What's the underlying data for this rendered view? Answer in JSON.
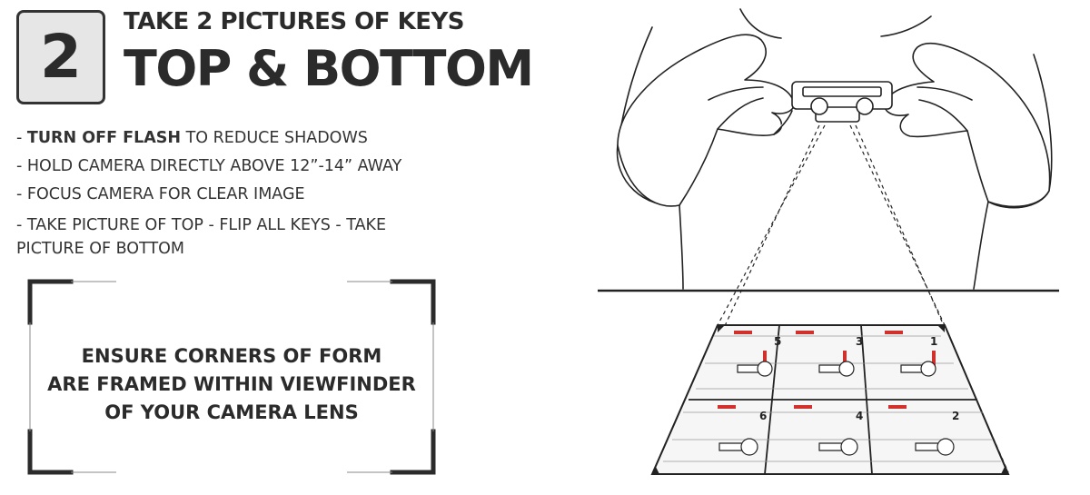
{
  "step": {
    "number": "2"
  },
  "title": {
    "line1": "TAKE 2 PICTURES OF KEYS",
    "line2": "TOP & BOTTOM"
  },
  "instructions": [
    {
      "prefix": "- ",
      "strong": "TURN OFF FLASH",
      "text": " TO REDUCE SHADOWS"
    },
    {
      "prefix": "- ",
      "strong": "",
      "text": "HOLD CAMERA DIRECTLY ABOVE 12”-14” AWAY"
    },
    {
      "prefix": "- ",
      "strong": "",
      "text": "FOCUS CAMERA FOR CLEAR IMAGE"
    },
    {
      "prefix": "- ",
      "strong": "",
      "text": "TAKE PICTURE OF TOP - FLIP ALL KEYS - TAKE PICTURE OF BOTTOM"
    }
  ],
  "frame_note": {
    "line1": "ENSURE CORNERS OF FORM",
    "line2": "ARE FRAMED WITHIN VIEWFINDER",
    "line3": "OF YOUR CAMERA LENS"
  },
  "key_form": {
    "cells": [
      {
        "number": "5"
      },
      {
        "number": "3"
      },
      {
        "number": "1"
      },
      {
        "number": "6"
      },
      {
        "number": "4"
      },
      {
        "number": "2"
      }
    ]
  },
  "colors": {
    "text": "#2b2b2b",
    "badge_bg": "#e6e6e6",
    "accent_red": "#d0312d"
  }
}
